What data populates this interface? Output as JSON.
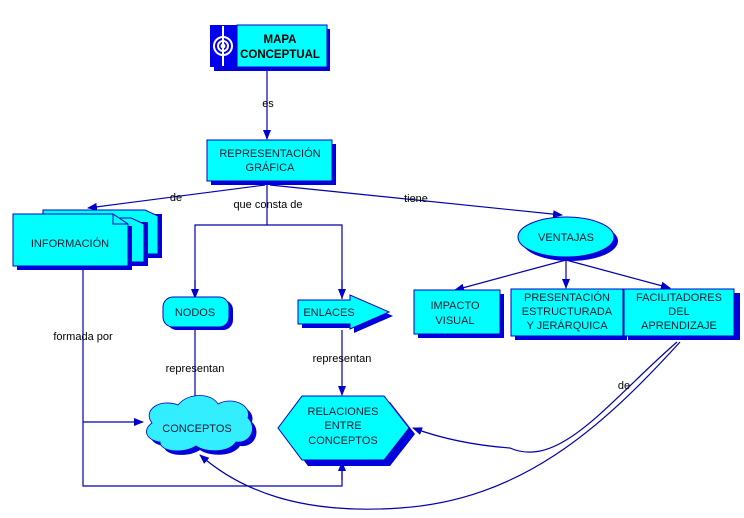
{
  "colors": {
    "fill": "#00ffff",
    "fill_soft": "#33eeff",
    "shadow": "#0000dd",
    "line": "#0000aa",
    "stroke": "#0000cc",
    "text": "#1a1a2e"
  },
  "nodes": {
    "title": {
      "lines": [
        "MAPA",
        "CONCEPTUAL"
      ],
      "icon": "target-icon"
    },
    "representacion": {
      "lines": [
        "REPRESENTACIÓN",
        "GRÁFICA"
      ]
    },
    "informacion": {
      "lines": [
        "INFORMACIÓN"
      ]
    },
    "ventajas": {
      "lines": [
        "VENTAJAS"
      ]
    },
    "nodos": {
      "lines": [
        "NODOS"
      ]
    },
    "enlaces": {
      "lines": [
        "ENLACES"
      ]
    },
    "impacto": {
      "lines": [
        "IMPACTO",
        "VISUAL"
      ]
    },
    "presentacion": {
      "lines": [
        "PRESENTACIÓN",
        "ESTRUCTURADA",
        "Y JERÁRQUICA"
      ]
    },
    "facilitadores": {
      "lines": [
        "FACILITADORES",
        "DEL",
        "APRENDIZAJE"
      ]
    },
    "conceptos": {
      "lines": [
        "CONCEPTOS"
      ]
    },
    "relaciones": {
      "lines": [
        "RELACIONES",
        "ENTRE",
        "CONCEPTOS"
      ]
    }
  },
  "links": {
    "es": "es",
    "de_info": "de",
    "que_consta_de": "que consta de",
    "tiene": "tiene",
    "formada_por": "formada por",
    "representan_nodos": "representan",
    "representan_enlaces": "representan",
    "de_facilitadores": "de"
  }
}
